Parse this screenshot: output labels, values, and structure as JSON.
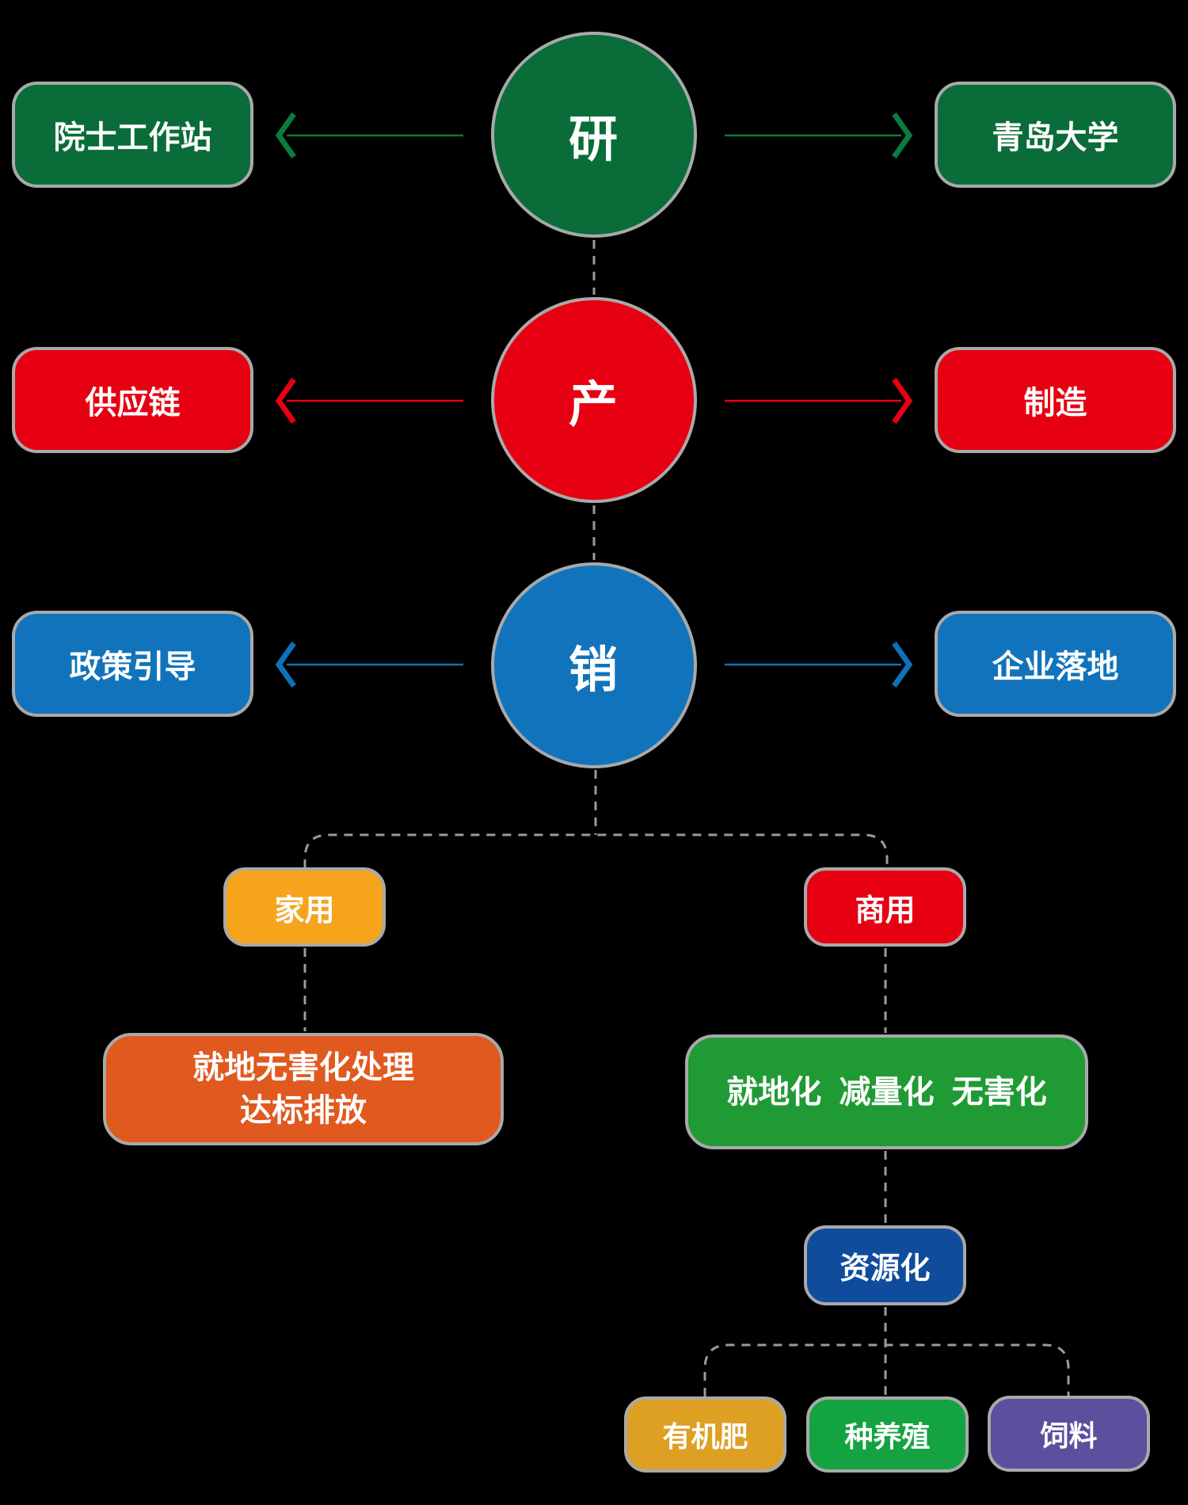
{
  "background_color": "#000000",
  "node_border_color": "#A9A9A9",
  "connector": {
    "color": "#9B9B9B",
    "style": "dashed"
  },
  "diagram": {
    "rows": [
      {
        "id": "research",
        "circle": {
          "label": "研",
          "color": "#0A6C38"
        },
        "left": {
          "label": "院士工作站",
          "color": "#0A6C38"
        },
        "right": {
          "label": "青岛大学",
          "color": "#0A6C38"
        },
        "arrow_color": "#0B7B3E"
      },
      {
        "id": "production",
        "circle": {
          "label": "产",
          "color": "#E60012"
        },
        "left": {
          "label": "供应链",
          "color": "#E60012"
        },
        "right": {
          "label": "制造",
          "color": "#E60012"
        },
        "arrow_color": "#E60012"
      },
      {
        "id": "sales",
        "circle": {
          "label": "销",
          "color": "#1173BB"
        },
        "left": {
          "label": "政策引导",
          "color": "#1173BB"
        },
        "right": {
          "label": "企业落地",
          "color": "#1173BB"
        },
        "arrow_color": "#0E72B8"
      }
    ],
    "branches": {
      "home": {
        "label": "家用",
        "color": "#F5A41C"
      },
      "commercial": {
        "label": "商用",
        "color": "#E60012"
      },
      "home_detail": {
        "label_line1": "就地无害化处理",
        "label_line2": "达标排放",
        "color": "#E0591E"
      },
      "commercial_detail": {
        "label": "就地化  减量化  无害化",
        "color": "#209A35"
      },
      "resource": {
        "label": "资源化",
        "color": "#0F4C9C"
      },
      "outputs": [
        {
          "label": "有机肥",
          "color": "#DDA023"
        },
        {
          "label": "种养殖",
          "color": "#14A341"
        },
        {
          "label": "饲料",
          "color": "#5B4F9E"
        }
      ]
    }
  }
}
